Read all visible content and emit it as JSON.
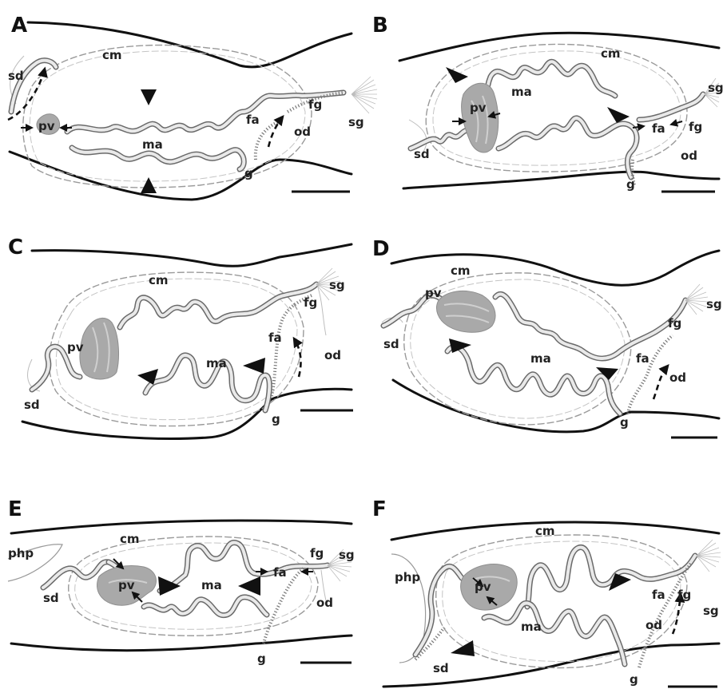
{
  "panels": [
    {
      "letter": "A",
      "labels": [
        "sd",
        "cm",
        "pv",
        "ma",
        "fa",
        "fg",
        "sg",
        "od",
        "g"
      ]
    },
    {
      "letter": "B",
      "labels": [
        "cm",
        "pv",
        "ma",
        "sd",
        "fa",
        "fg",
        "od",
        "g",
        "sg"
      ]
    },
    {
      "letter": "C",
      "labels": [
        "cm",
        "sg",
        "fg",
        "pv",
        "fa",
        "ma",
        "od",
        "sd",
        "g"
      ]
    },
    {
      "letter": "D",
      "labels": [
        "cm",
        "pv",
        "sg",
        "fg",
        "sd",
        "ma",
        "fa",
        "od",
        "g"
      ]
    },
    {
      "letter": "E",
      "labels": [
        "cm",
        "fg",
        "sg",
        "php",
        "pv",
        "ma",
        "fa",
        "sd",
        "od",
        "g"
      ]
    },
    {
      "letter": "F",
      "labels": [
        "cm",
        "php",
        "pv",
        "fa",
        "fg",
        "sg",
        "ma",
        "od",
        "sd",
        "g"
      ]
    }
  ],
  "colors": {
    "ink": "#111111",
    "tissue": "#6a6a6a",
    "pv_fill": "#a9a9a9",
    "membrane": "#9a9a9a"
  }
}
